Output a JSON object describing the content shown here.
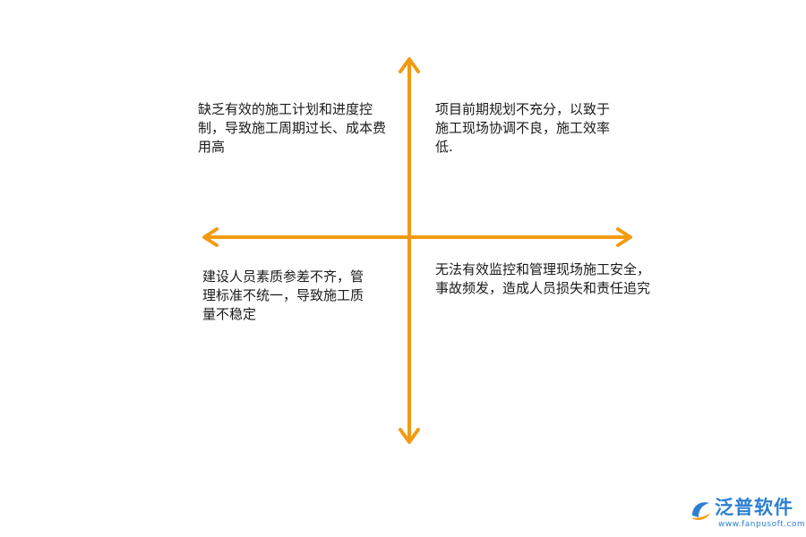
{
  "diagram": {
    "axis_color": "#f39a12",
    "quadrants": {
      "top_left": "缺乏有效的施工计划和进度控制，导致施工周期过长、成本费用高",
      "top_right": "项目前期规划不充分，以致于施工现场协调不良，施工效率低.",
      "bottom_left": "建设人员素质参差不齐，管理标准不统一，导致施工质量不稳定",
      "bottom_right": "无法有效监控和管理现场施工安全，事故频发，造成人员损失和责任追究"
    }
  },
  "watermark": {
    "brand_name": "泛普软件",
    "url": "www.fanpusoft.com",
    "brand_color": "#2d7fd2",
    "accent_color": "#f39a12"
  }
}
